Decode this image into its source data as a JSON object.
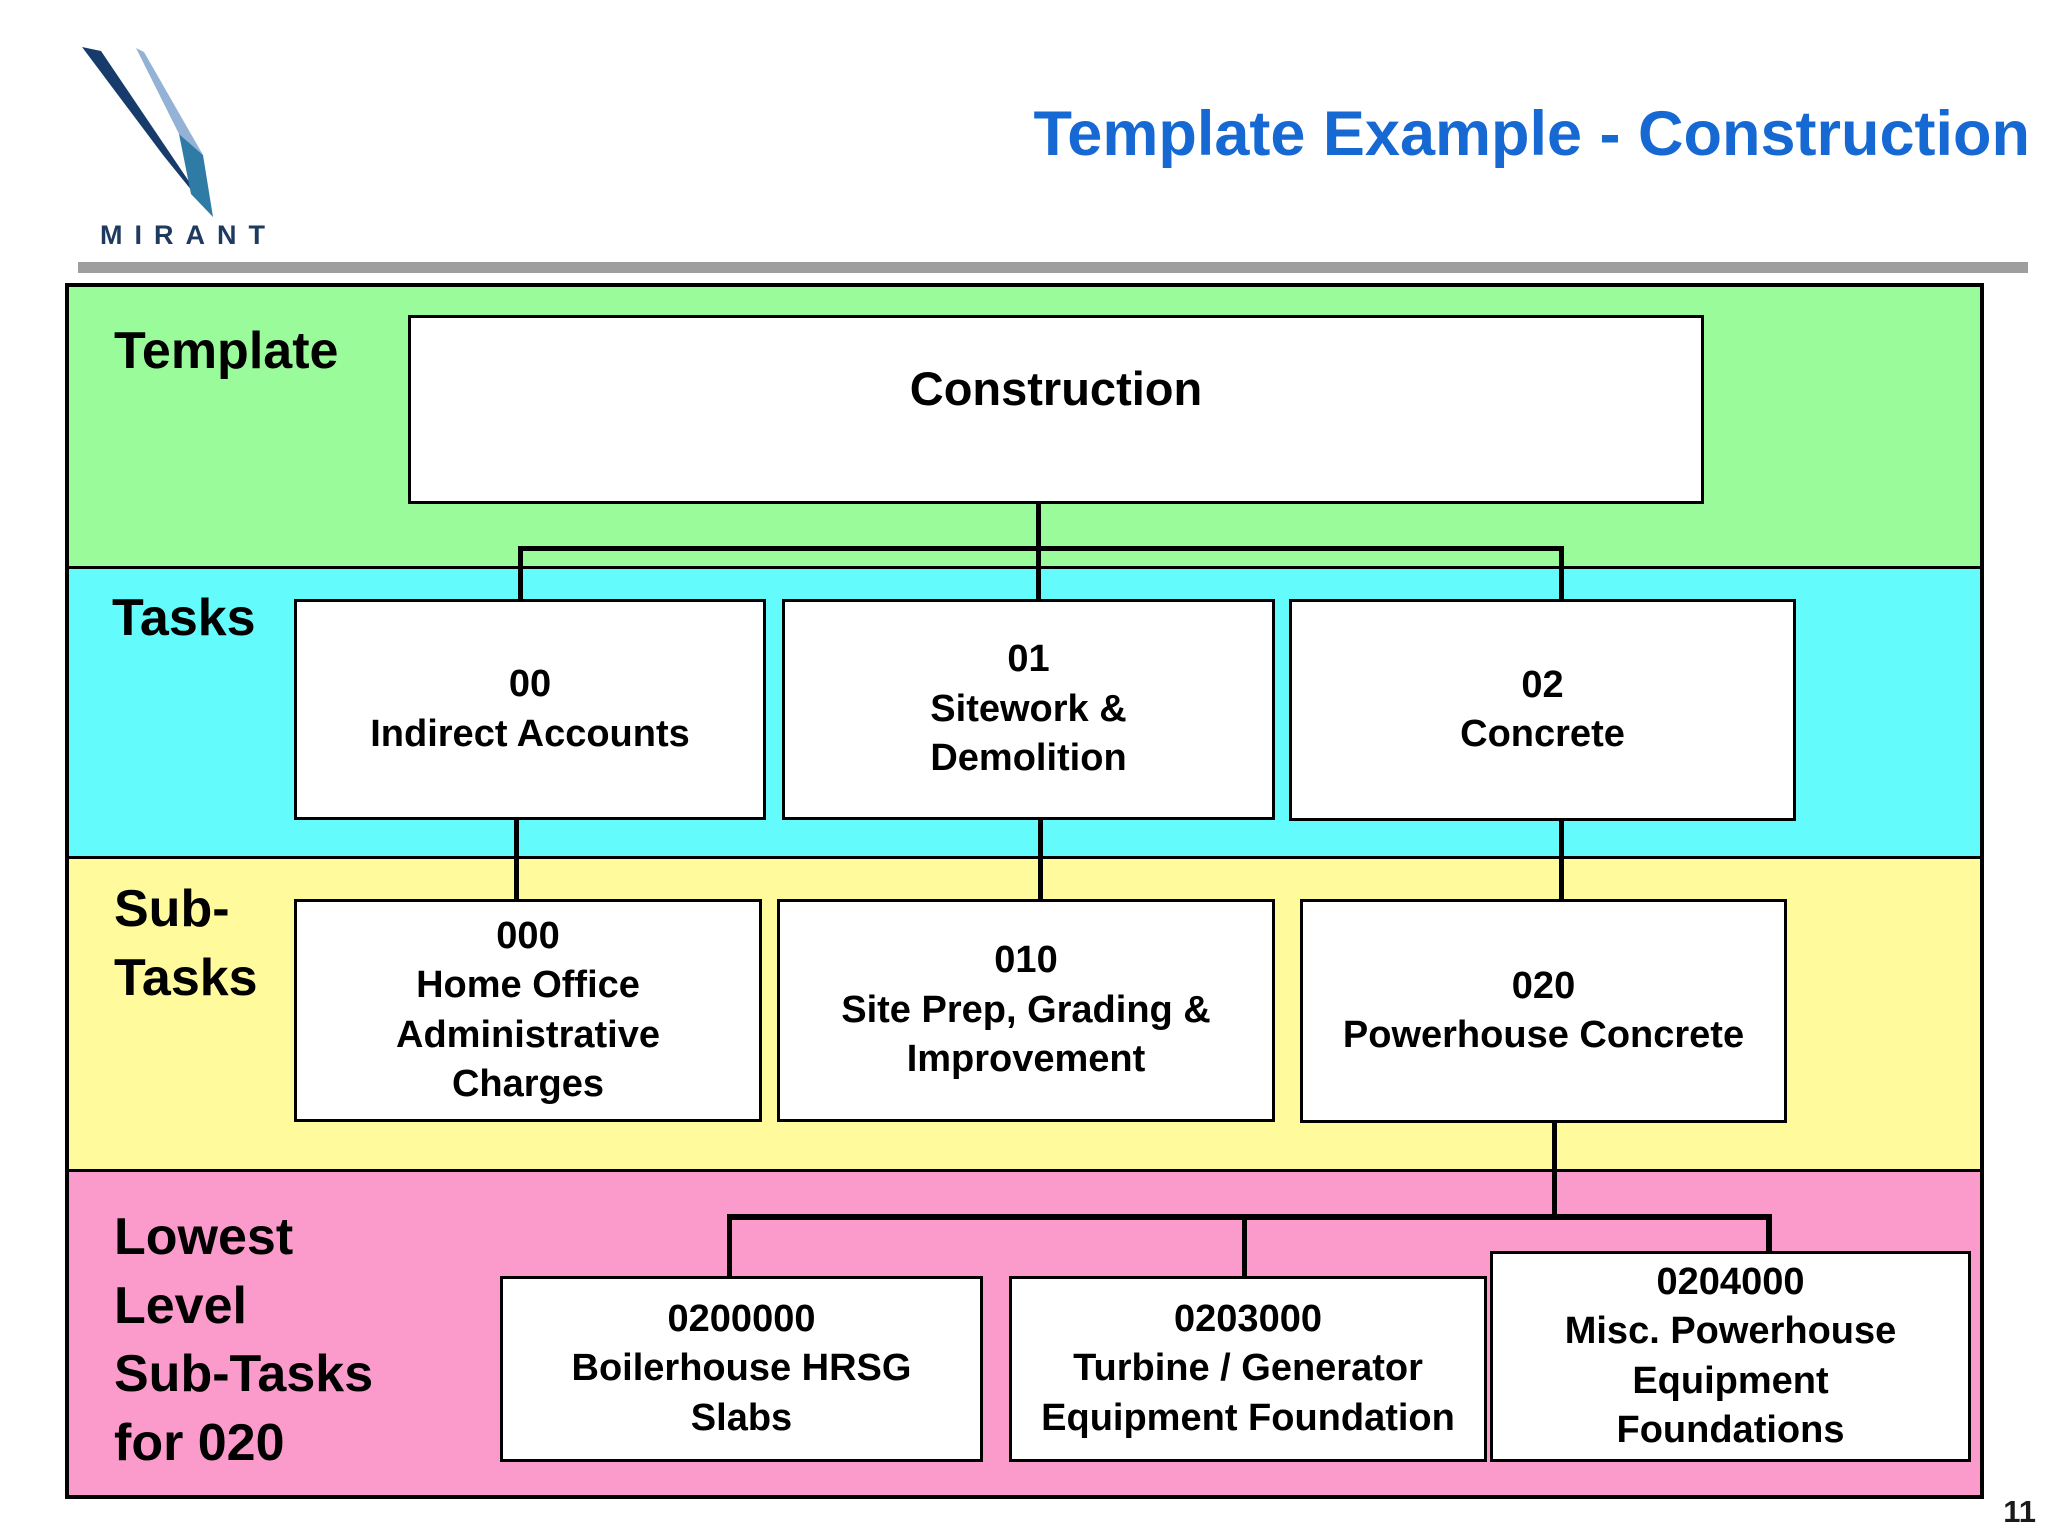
{
  "header": {
    "brand": "MIRANT",
    "title": "Template Example - Construction",
    "title_color": "#1668D2",
    "divider_color": "#9E9E9E",
    "logo_colors": {
      "navy": "#173C6B",
      "steel": "#93B2D6",
      "teal": "#2E7CA6"
    }
  },
  "page": {
    "number": "11"
  },
  "bands": {
    "template": {
      "label": "Template",
      "color": "#9AFB9A"
    },
    "tasks": {
      "label": "Tasks",
      "color": "#63FBFB"
    },
    "subtasks": {
      "label": "Sub-\nTasks",
      "color": "#FFFB9D"
    },
    "lowest": {
      "label": "Lowest\nLevel\nSub-Tasks\nfor 020",
      "color": "#FB9BCB"
    }
  },
  "template_box": {
    "label": "Construction"
  },
  "task_boxes": [
    {
      "code": "00",
      "name": "Indirect Accounts"
    },
    {
      "code": "01",
      "name": "Sitework &\nDemolition"
    },
    {
      "code": "02",
      "name": "Concrete"
    }
  ],
  "subtask_boxes": [
    {
      "code": "000",
      "name": "Home Office\nAdministrative\nCharges"
    },
    {
      "code": "010",
      "name": "Site Prep, Grading &\nImprovement"
    },
    {
      "code": "020",
      "name": "Powerhouse Concrete"
    }
  ],
  "lowest_boxes": [
    {
      "code": "0200000",
      "name": "Boilerhouse HRSG\nSlabs"
    },
    {
      "code": "0203000",
      "name": "Turbine / Generator\nEquipment Foundation"
    },
    {
      "code": "0204000",
      "name": "Misc. Powerhouse\nEquipment\nFoundations"
    }
  ]
}
